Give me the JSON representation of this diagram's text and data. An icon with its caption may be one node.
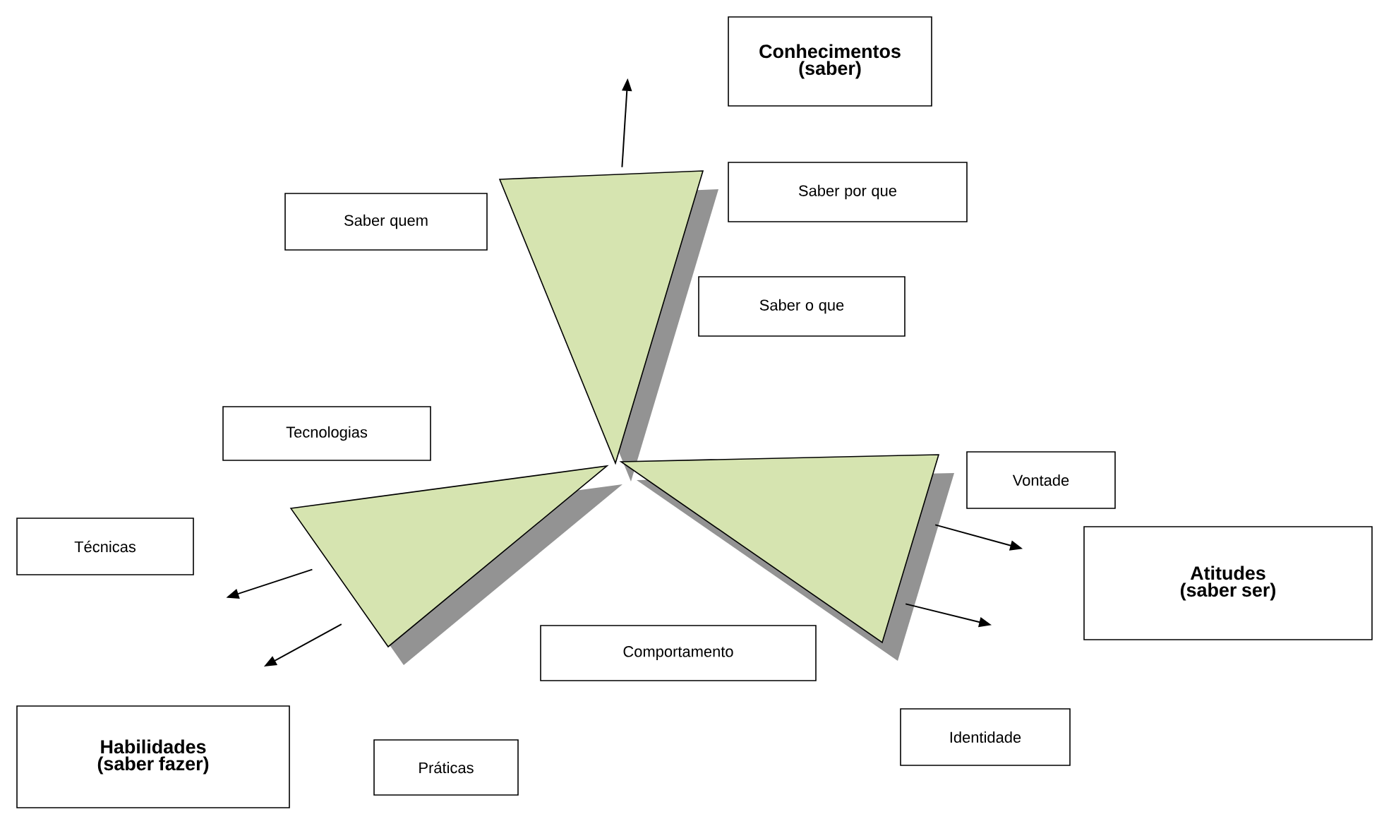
{
  "diagram": {
    "nodes": [
      {
        "text": [
          "Conhecimentos (saber)"
        ]
      },
      {
        "text": [
          "Saber por que"
        ]
      },
      {
        "text": [
          "Saber quem"
        ]
      },
      {
        "text": [
          "Saber o que"
        ]
      },
      {
        "text": [
          "Tecnologias"
        ]
      },
      {
        "text": [
          "Vontade"
        ]
      },
      {
        "text": [
          "Técnicas"
        ]
      },
      {
        "text": [
          "Atitudes (saber ser)"
        ]
      },
      {
        "text": [
          "Comportamento"
        ]
      },
      {
        "text": [
          "Identidade"
        ]
      },
      {
        "text": [
          "Habilidades (saber fazer)"
        ]
      },
      {
        "text": [
          "Práticas"
        ]
      },
      {
        "text": [],
        "shape": "triangle"
      },
      {
        "text": [],
        "shape": "triangle"
      },
      {
        "text": [],
        "shape": "triangle"
      }
    ],
    "edges": [
      {
        "from": 12,
        "to": null,
        "arrow": "to"
      },
      {
        "from": 13,
        "to": null,
        "arrow": "to"
      },
      {
        "from": 13,
        "to": null,
        "arrow": "to"
      },
      {
        "from": 14,
        "to": null,
        "arrow": "to"
      },
      {
        "from": 14,
        "to": null,
        "arrow": "to"
      }
    ]
  }
}
